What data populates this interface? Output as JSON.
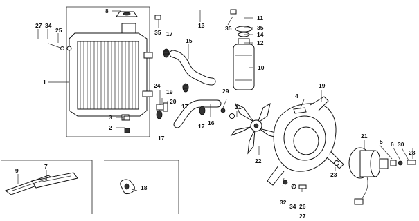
{
  "diagram": {
    "callouts": [
      "1",
      "2",
      "3",
      "4",
      "5",
      "6",
      "7",
      "8",
      "9",
      "10",
      "11",
      "12",
      "13",
      "14",
      "15",
      "16",
      "17",
      "17",
      "17",
      "17",
      "18",
      "19",
      "19",
      "20",
      "21",
      "22",
      "23",
      "24",
      "25",
      "26",
      "27",
      "27",
      "28",
      "29",
      "30",
      "31",
      "32",
      "34",
      "34",
      "35",
      "35",
      "35"
    ]
  }
}
